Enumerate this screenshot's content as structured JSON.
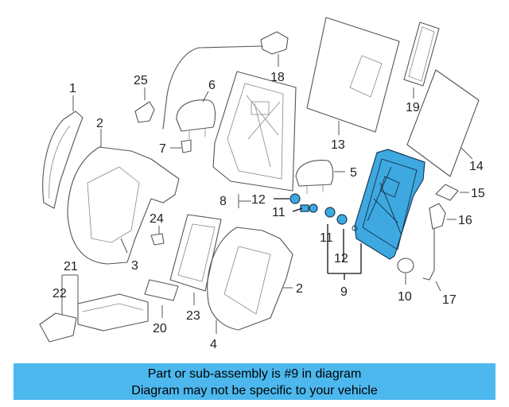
{
  "callouts": {
    "c1": "1",
    "c2a": "2",
    "c2b": "2",
    "c3": "3",
    "c4": "4",
    "c5": "5",
    "c6": "6",
    "c7": "7",
    "c8": "8",
    "c9": "9",
    "c10": "10",
    "c11a": "11",
    "c11b": "11",
    "c12a": "12",
    "c12b": "12",
    "c13": "13",
    "c14": "14",
    "c15": "15",
    "c16": "16",
    "c17": "17",
    "c18": "18",
    "c19": "19",
    "c20": "20",
    "c21": "21",
    "c22": "22",
    "c23": "23",
    "c24": "24",
    "c25": "25"
  },
  "caption": {
    "line1": "Part or sub-assembly is #9 in diagram",
    "line2": "Diagram may not be specific to your vehicle"
  },
  "colors": {
    "highlight": "#3ea9e0",
    "caption_bg": "#4cb8ee",
    "outline": "#555555"
  }
}
